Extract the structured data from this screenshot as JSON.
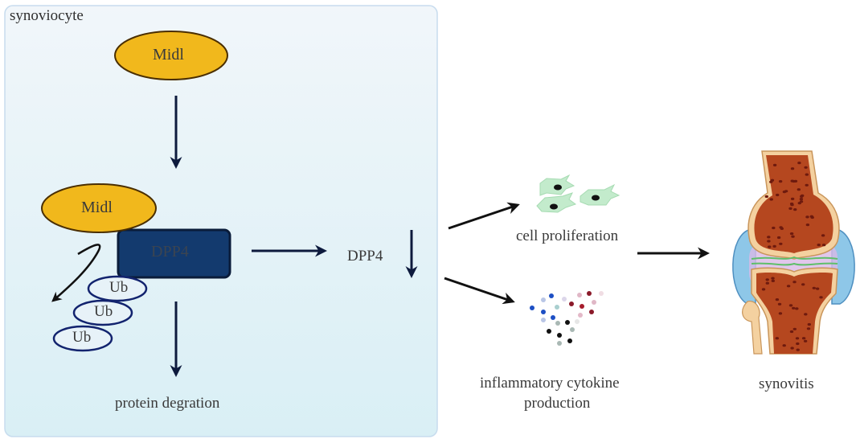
{
  "figure": {
    "container_label": "synoviocyte",
    "nodes": {
      "midl_top": "Midl",
      "midl_bound": "Midl",
      "dpp4_bound": "DPP4",
      "ub": [
        "Ub",
        "Ub",
        "Ub"
      ],
      "dpp4_result": "DPP4",
      "protein_degradation": "protein degration",
      "cell_proliferation": "cell proliferation",
      "cytokine_line1": "inflammatory cytokine",
      "cytokine_line2": "production",
      "synovitis": "synovitis"
    },
    "indicators": {
      "dpp4_level": "decreased"
    },
    "colors": {
      "container_bg": "#e3f1f7",
      "container_border": "#c9dff0",
      "midl_fill": "#f1b81c",
      "dpp4_fill": "#0f2f5c",
      "ub_stroke": "#12236e",
      "arrow": "#111111",
      "cell_fill": "#bfe8c8",
      "bone": "#b5471f",
      "cartilage": "#9fd3ea"
    }
  }
}
